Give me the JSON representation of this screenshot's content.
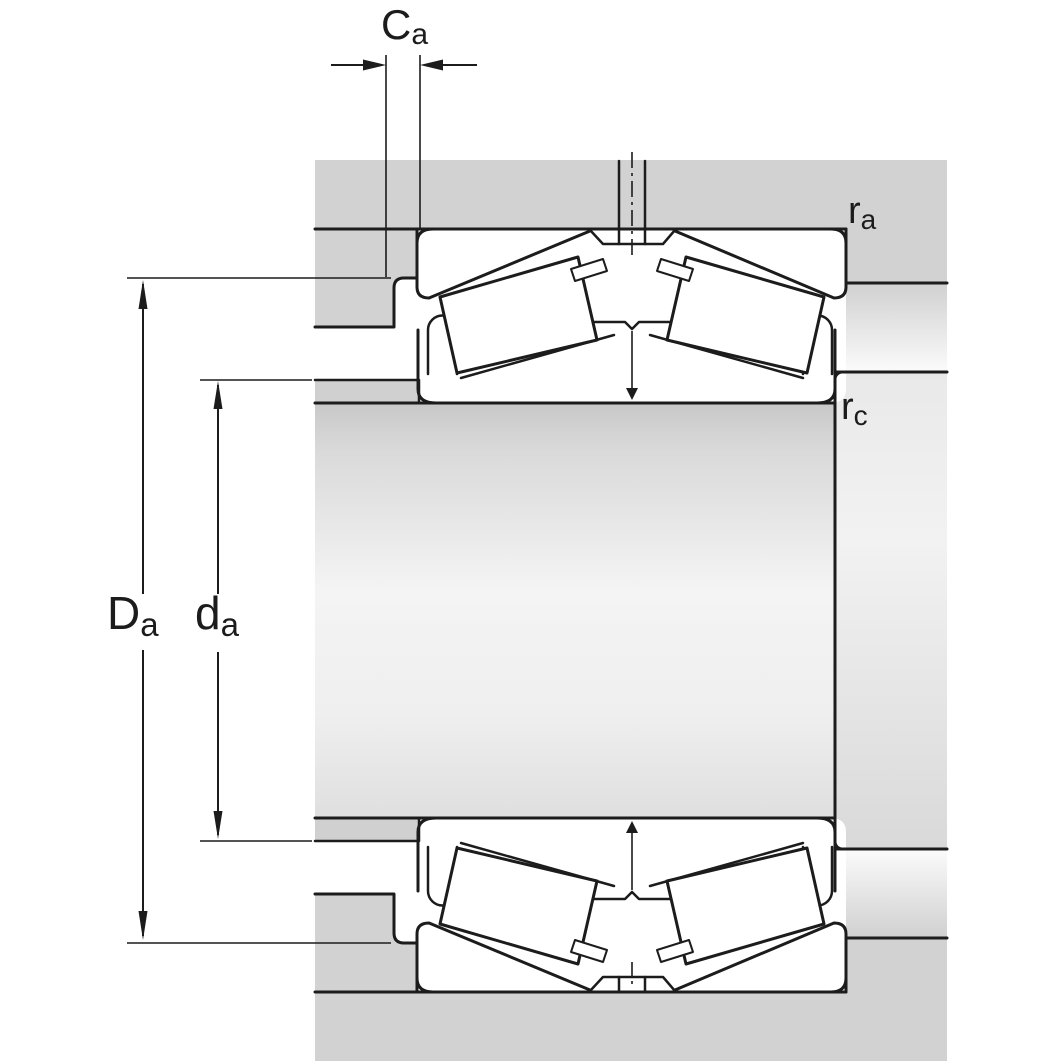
{
  "diagram": {
    "description": "Engineering cross-section drawing of a double-row tapered roller bearing arrangement with abutment and fillet dimension labels",
    "labels": {
      "axial_dimension": {
        "main": "C",
        "sub": "a"
      },
      "housing_abutment_diameter": {
        "main": "D",
        "sub": "a"
      },
      "shaft_abutment_diameter": {
        "main": "d",
        "sub": "a"
      },
      "housing_fillet_radius": {
        "main": "r",
        "sub": "a"
      },
      "shaft_fillet_radius": {
        "main": "r",
        "sub": "c"
      }
    },
    "colors": {
      "line": "#1c1c1c",
      "housing_gray": "#d2d2d2",
      "collar_gray": "#d0d0d0",
      "shaft_gradient_dark": "#c8c8c8",
      "shaft_gradient_light": "#f4f4f4",
      "background": "#ffffff"
    }
  }
}
